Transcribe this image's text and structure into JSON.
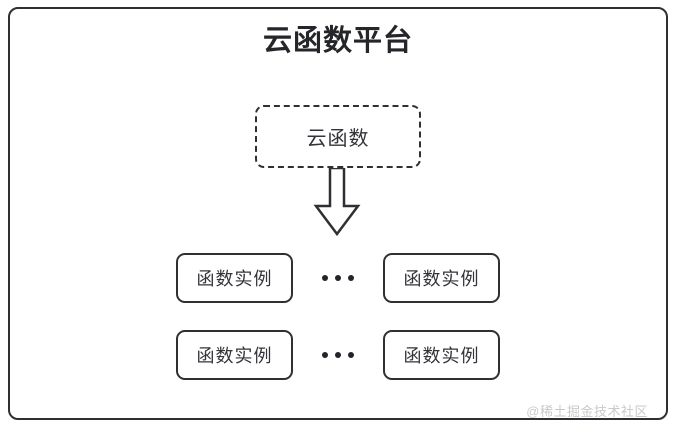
{
  "diagram": {
    "title": "云函数平台",
    "cloud_function": {
      "label": "云函数"
    },
    "arrow": {
      "direction": "down"
    },
    "instance_rows": [
      {
        "left_label": "函数实例",
        "separator": "...",
        "right_label": "函数实例"
      },
      {
        "left_label": "函数实例",
        "separator": "...",
        "right_label": "函数实例"
      }
    ],
    "watermark": "@稀土掘金技术社区",
    "colors": {
      "stroke": "#2f3033",
      "title_text": "#25262a",
      "body_text": "#33343a",
      "watermark": "#c8c9cc",
      "background": "#ffffff"
    }
  }
}
